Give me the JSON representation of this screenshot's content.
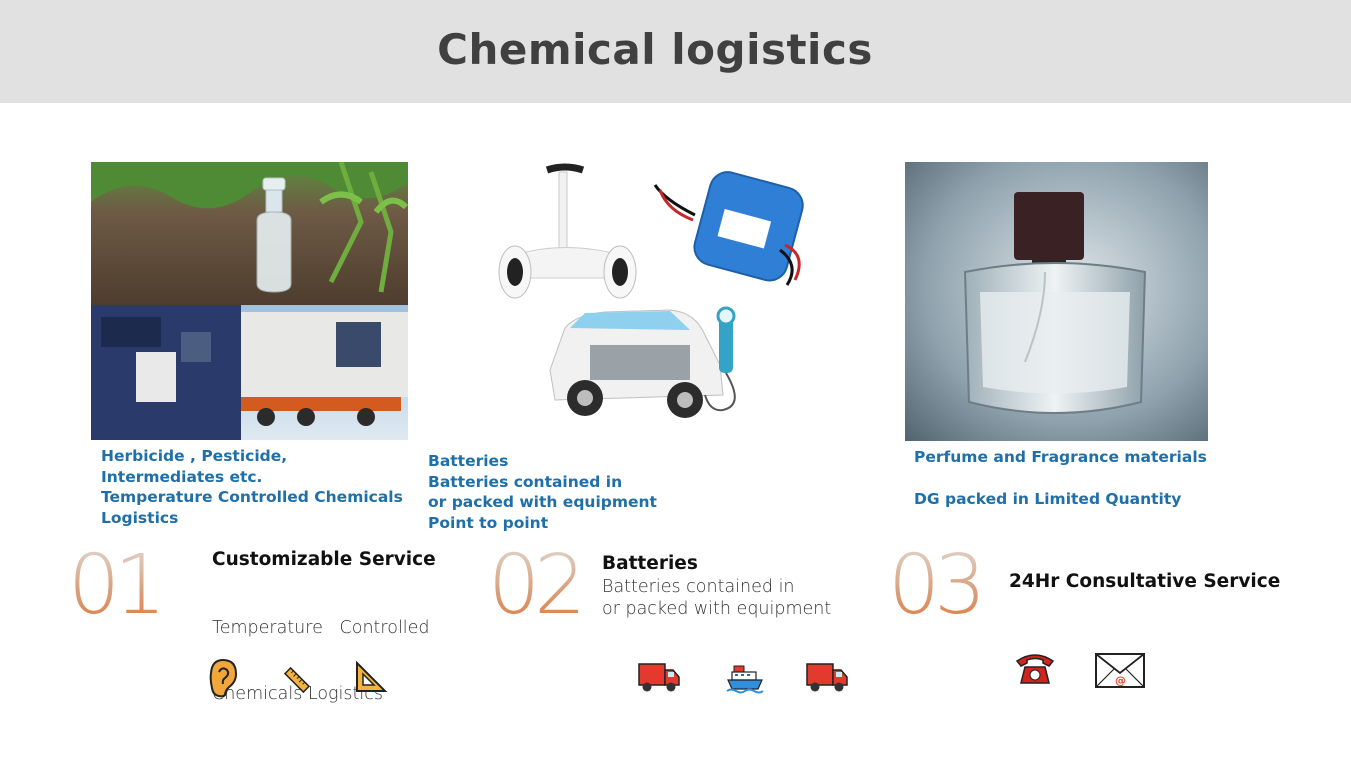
{
  "header": {
    "title": "Chemical logistics"
  },
  "panels": [
    {
      "caption": [
        "Herbicide , Pesticide,",
        "Intermediates etc.",
        "Temperature Controlled Chemicals",
        "Logistics"
      ],
      "number": "01",
      "service_title": "Customizable Service",
      "service_sub": [
        "Temperature   Controlled",
        "Chemicals Logistics"
      ],
      "icons": [
        "ear-icon",
        "ruler-icon",
        "triangle-ruler-icon"
      ]
    },
    {
      "caption": [
        "Batteries",
        "Batteries contained in",
        "or packed with equipment",
        "Point to point"
      ],
      "number": "02",
      "service_title": "Batteries",
      "service_sub": [
        "Batteries contained in",
        "or packed with equipment"
      ],
      "icons": [
        "truck-icon",
        "ship-icon",
        "truck-icon"
      ]
    },
    {
      "caption": [
        "Perfume and Fragrance materials",
        "",
        "DG packed in Limited Quantity"
      ],
      "number": "03",
      "service_title": "24Hr Consultative Service",
      "service_sub": [],
      "icons": [
        "telephone-icon",
        "email-icon"
      ]
    }
  ],
  "colors": {
    "caption": "#1f6fa8",
    "header_bg": "#e1e1e1",
    "number_accent": "#e07a3c"
  }
}
